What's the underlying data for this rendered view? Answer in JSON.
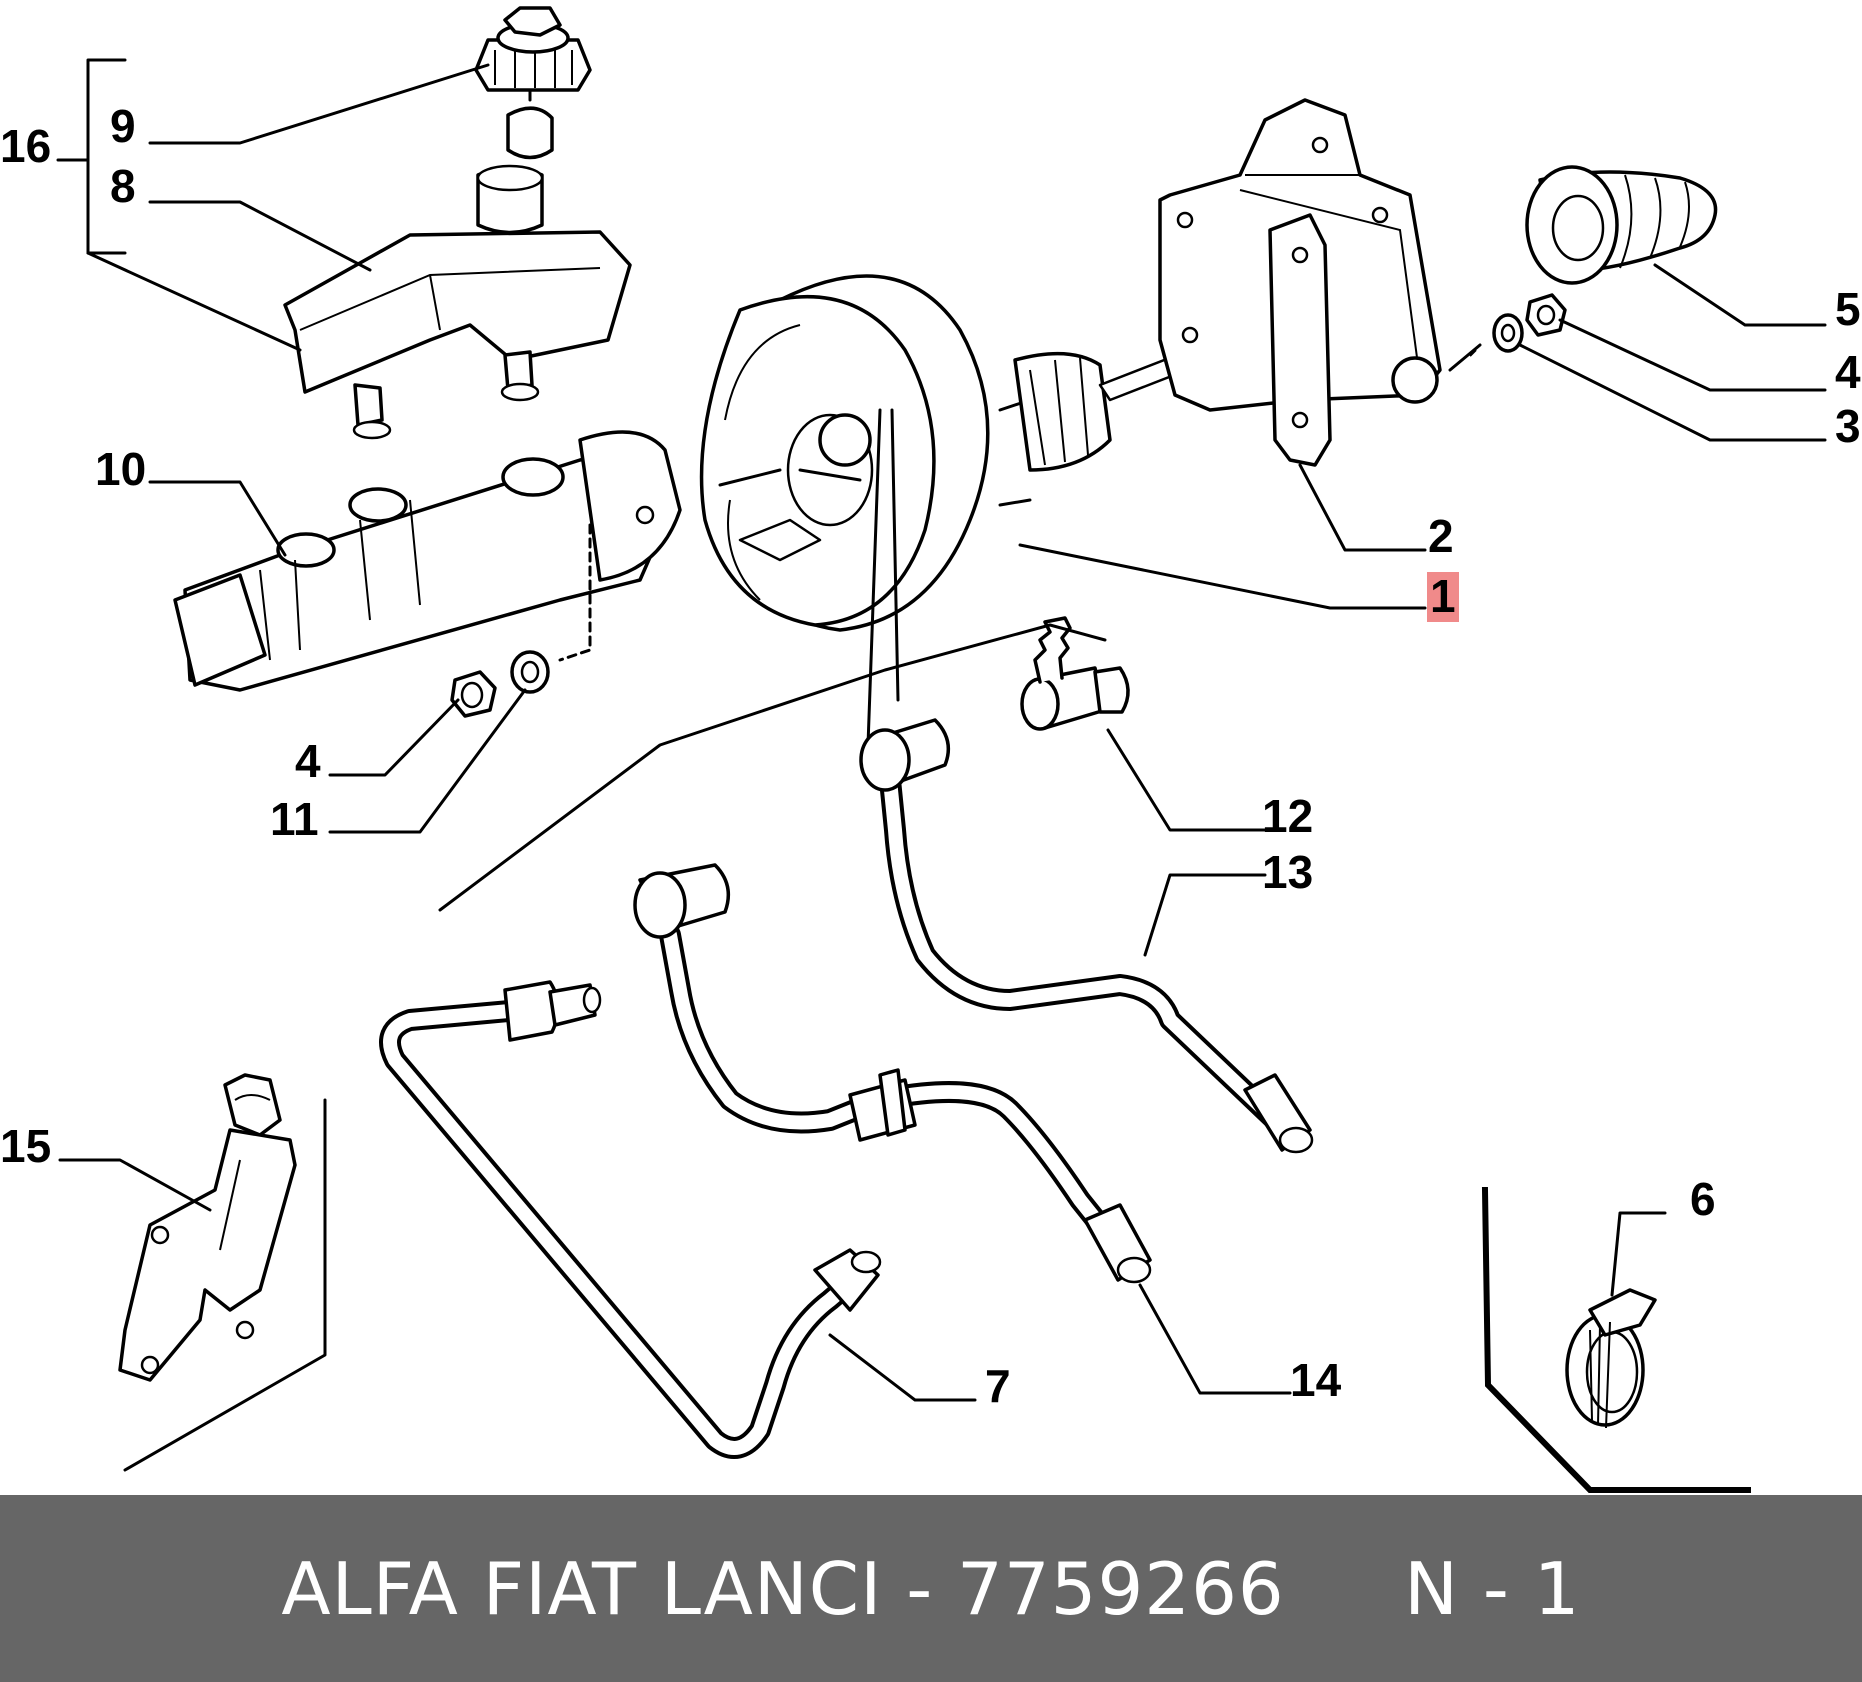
{
  "diagram": {
    "callouts": [
      {
        "id": "16",
        "label": "16"
      },
      {
        "id": "9",
        "label": "9"
      },
      {
        "id": "8",
        "label": "8"
      },
      {
        "id": "10",
        "label": "10"
      },
      {
        "id": "4a",
        "label": "4"
      },
      {
        "id": "11",
        "label": "11"
      },
      {
        "id": "15",
        "label": "15"
      },
      {
        "id": "7",
        "label": "7"
      },
      {
        "id": "14",
        "label": "14"
      },
      {
        "id": "13",
        "label": "13"
      },
      {
        "id": "12",
        "label": "12"
      },
      {
        "id": "1",
        "label": "1",
        "highlighted": true
      },
      {
        "id": "2",
        "label": "2"
      },
      {
        "id": "3",
        "label": "3"
      },
      {
        "id": "4b",
        "label": "4"
      },
      {
        "id": "5",
        "label": "5"
      },
      {
        "id": "6",
        "label": "6"
      }
    ],
    "highlight_color": "#f08a8a"
  },
  "footer": {
    "text": "ALFA FIAT LANCI - 7759266     N - 1",
    "background": "#666666",
    "color": "#ffffff"
  }
}
